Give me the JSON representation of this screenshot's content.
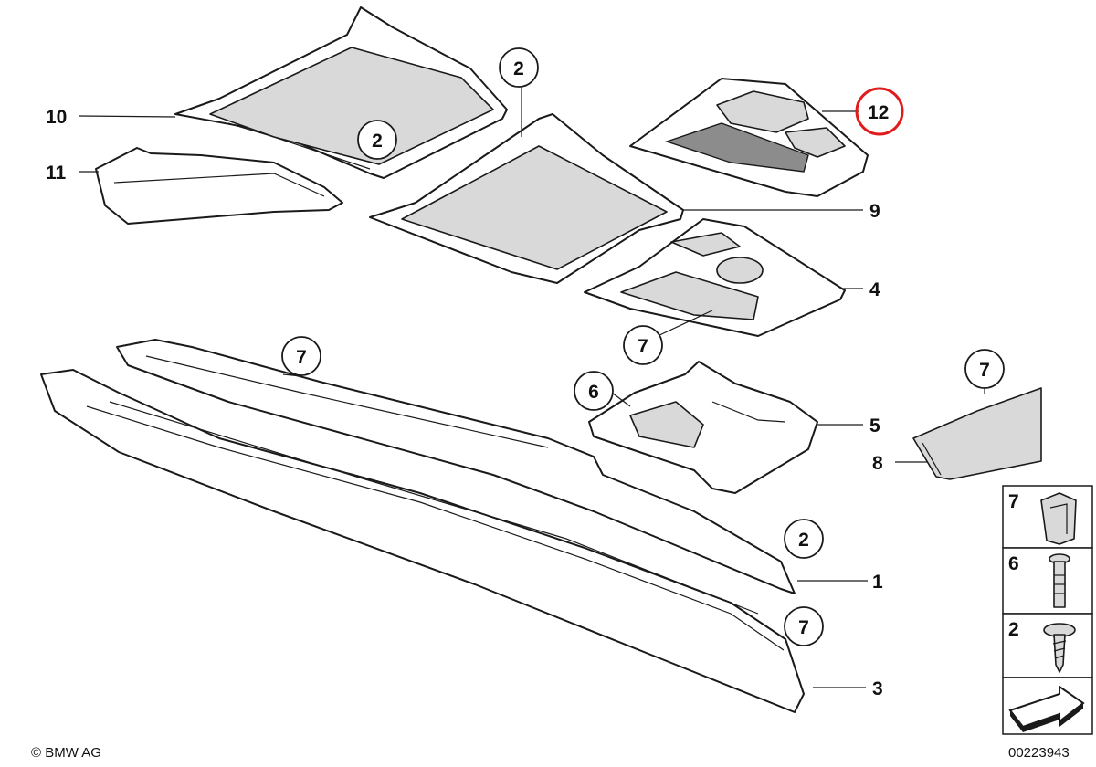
{
  "diagram": {
    "labels": {
      "l1": "1",
      "l2a": "2",
      "l2b": "2",
      "l2c": "2",
      "l3": "3",
      "l4": "4",
      "l5": "5",
      "l6": "6",
      "l7a": "7",
      "l7b": "7",
      "l7c": "7",
      "l7d": "7",
      "l8": "8",
      "l9": "9",
      "l10": "10",
      "l11": "11",
      "l12": "12"
    },
    "legend": {
      "clip": "7",
      "bolt": "6",
      "screw": "2"
    },
    "highlight_color": "#e11b1b",
    "copyright": "© BMW AG",
    "diagram_number": "00223943"
  }
}
